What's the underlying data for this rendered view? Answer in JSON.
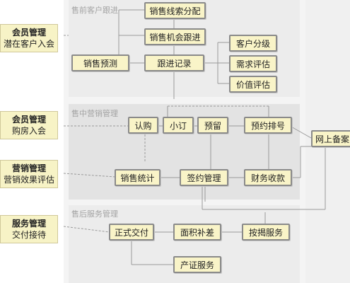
{
  "left_modules": [
    {
      "title": "会员管理",
      "sub": "潜在客户入会"
    },
    {
      "title": "会员管理",
      "sub": "购房入会"
    },
    {
      "title": "营销管理",
      "sub": "营销效果评估"
    },
    {
      "title": "服务管理",
      "sub": "交付接待"
    }
  ],
  "groups": {
    "presale": {
      "title": "售前客户跟进",
      "nodes": {
        "lead_dist": "销售线索分配",
        "opp_follow": "销售机会跟进",
        "forecast": "销售预测",
        "follow_rec": "跟进记录",
        "cust_grade": "客户分级",
        "need_eval": "需求评估",
        "value_eval": "价值评估"
      }
    },
    "midsale": {
      "title": "售中营销管理",
      "nodes": {
        "subscribe": "认购",
        "small_order": "小订",
        "reserve": "预留",
        "queue": "预约排号",
        "stats": "销售统计",
        "contract": "签约管理",
        "finance": "财务收款"
      }
    },
    "aftersale": {
      "title": "售后服务管理",
      "nodes": {
        "delivery": "正式交付",
        "area_diff": "面积补差",
        "mortgage": "按揭服务",
        "property": "产证服务"
      }
    }
  },
  "right_box": "网上备案"
}
